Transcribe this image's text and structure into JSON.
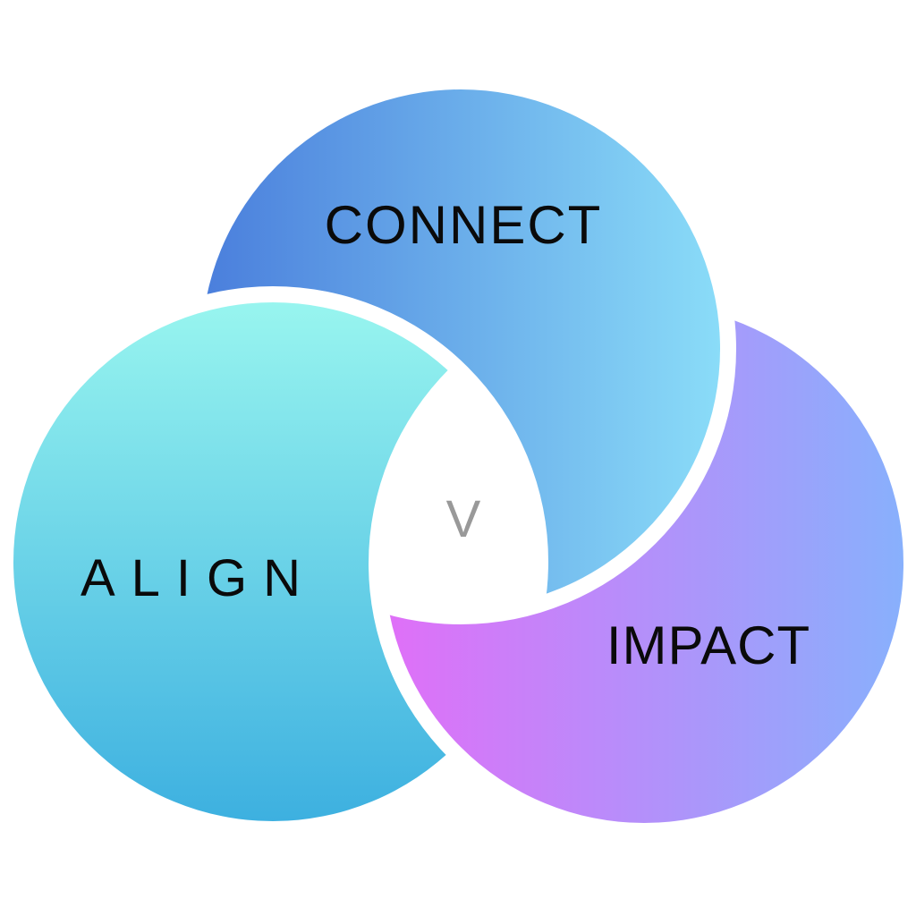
{
  "diagram": {
    "labels": {
      "connect": "CONNECT",
      "align": "ALIGN",
      "impact": "IMPACT",
      "center": "V"
    },
    "colors": {
      "connect_start": "#4a7edc",
      "connect_end": "#8adcf8",
      "align_top": "#98f5ef",
      "align_bottom": "#3db0e0",
      "impact_start": "#e06ff8",
      "impact_end": "#88b0fc",
      "center_letter": "#999999"
    }
  }
}
